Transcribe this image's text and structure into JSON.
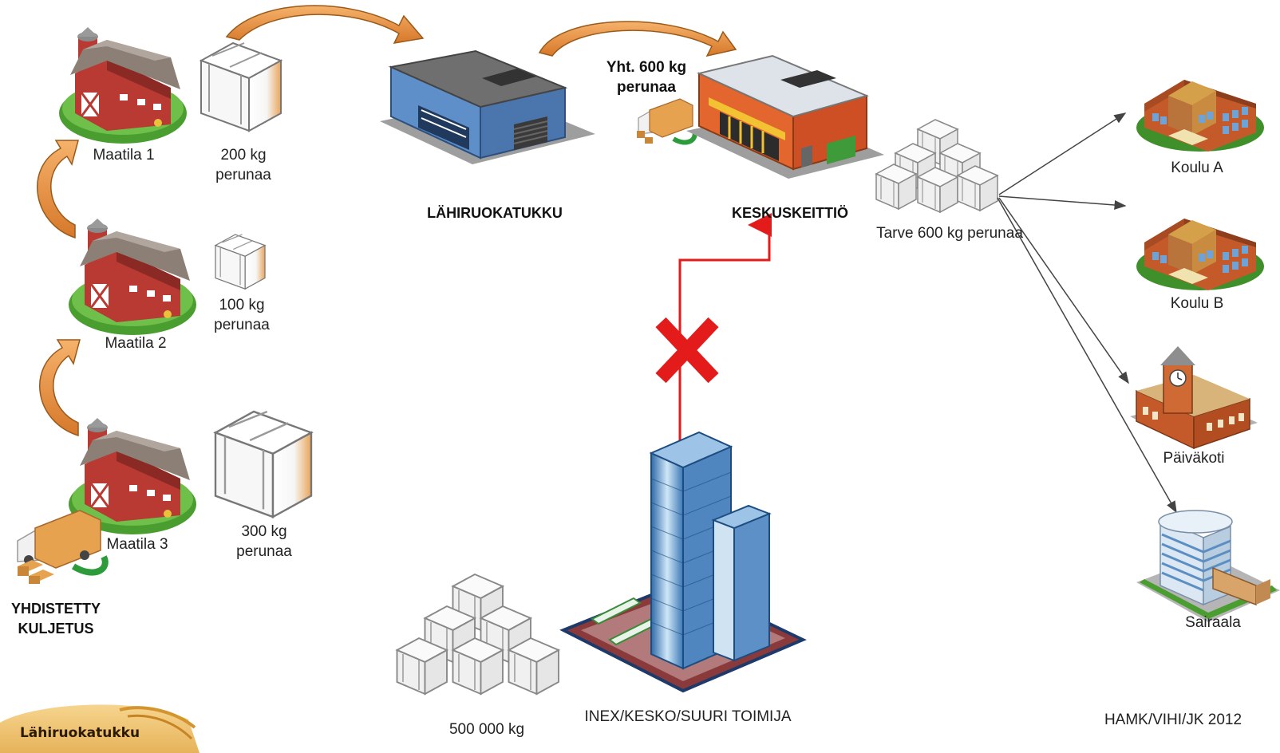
{
  "farms": [
    {
      "name": "Maatila 1",
      "amount": "200 kg",
      "unit": "perunaa"
    },
    {
      "name": "Maatila 2",
      "amount": "100 kg",
      "unit": "perunaa"
    },
    {
      "name": "Maatila 3",
      "amount": "300 kg",
      "unit": "perunaa"
    }
  ],
  "combined_transport": {
    "line1": "YHDISTETTY",
    "line2": "KULJETUS"
  },
  "wholesaler": {
    "label": "LÄHIRUOKATUKKU"
  },
  "total": {
    "line1": "Yht. 600 kg",
    "line2": "perunaa"
  },
  "kitchen": {
    "label": "KESKUSKEITTIÖ",
    "need": "Tarve 600 kg perunaa"
  },
  "destinations": [
    {
      "label": "Koulu A"
    },
    {
      "label": "Koulu B"
    },
    {
      "label": "Päiväkoti"
    },
    {
      "label": "Sairaala"
    }
  ],
  "big_supplier": {
    "label": "INEX/KESKO/SUURI TOIMIJA",
    "amount": "500 000 kg"
  },
  "logo": {
    "text": "Lähiruokatukku"
  },
  "credit": "HAMK/VIHI/JK 2012",
  "colors": {
    "arrow_orange": "#e8913a",
    "red_line": "#e31b1b",
    "barn_red": "#b83a32",
    "grass": "#4a9e2f"
  }
}
